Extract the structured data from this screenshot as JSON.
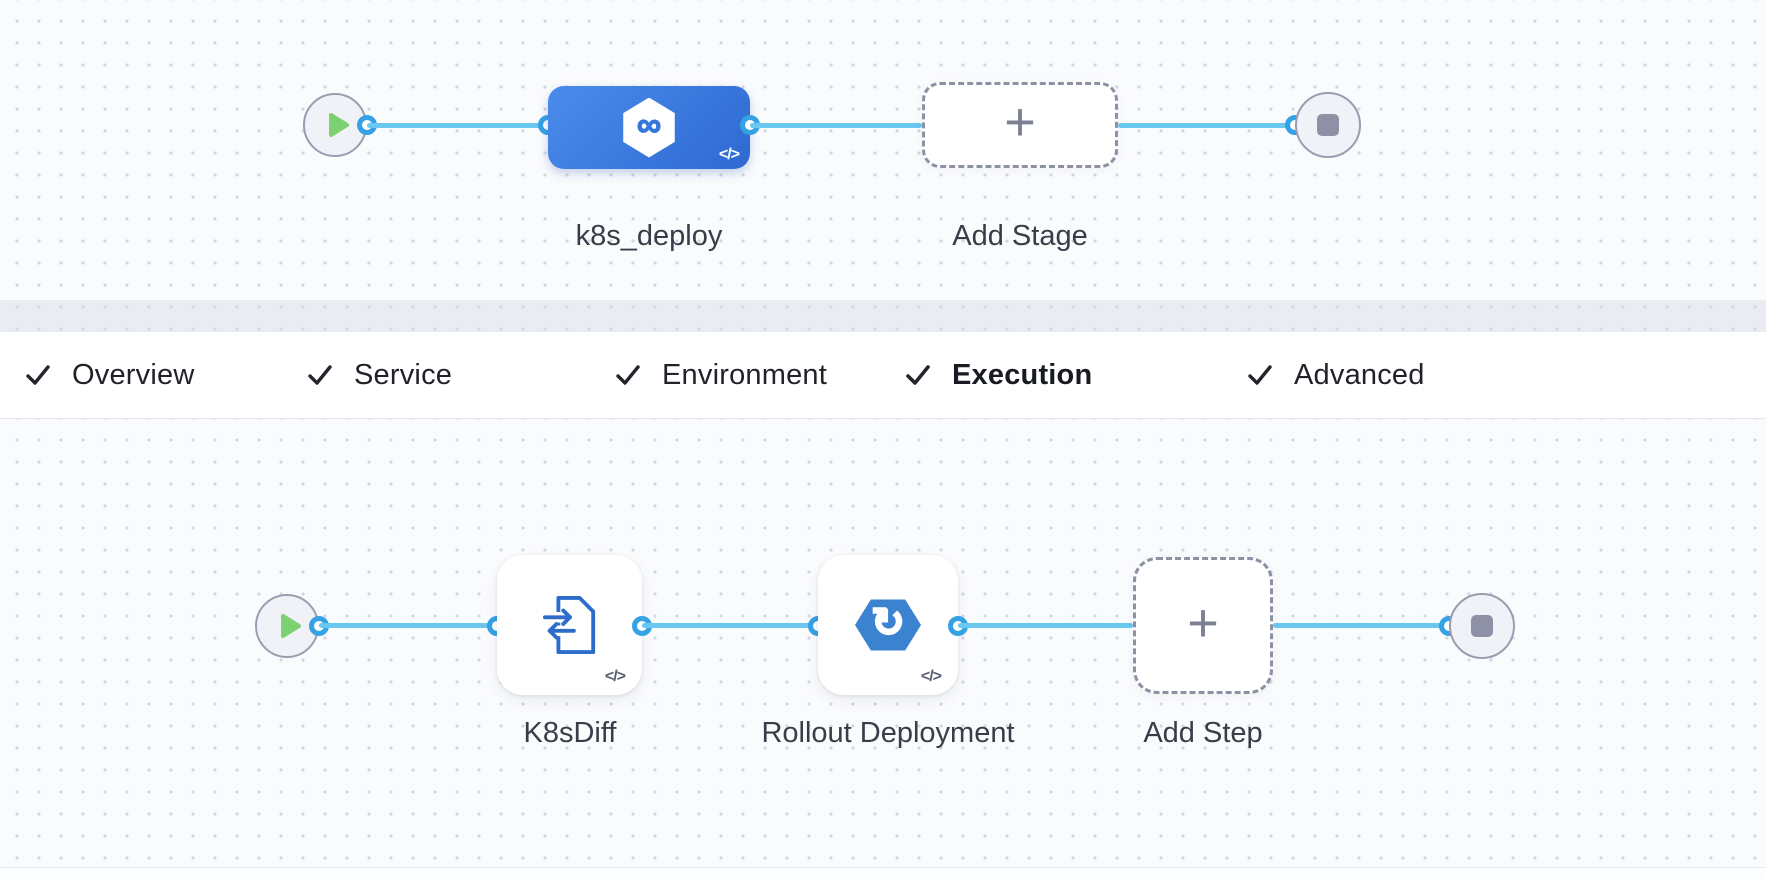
{
  "stage_pipeline": {
    "stage_name": "k8s_deploy",
    "add_stage": "Add Stage"
  },
  "tabs": [
    {
      "label": "Overview",
      "completed": true,
      "active": false
    },
    {
      "label": "Service",
      "completed": true,
      "active": false
    },
    {
      "label": "Environment",
      "completed": true,
      "active": false
    },
    {
      "label": "Execution",
      "completed": true,
      "active": true
    },
    {
      "label": "Advanced",
      "completed": true,
      "active": false
    }
  ],
  "execution": {
    "steps": [
      {
        "name": "K8sDiff"
      },
      {
        "name": "Rollout Deployment"
      }
    ],
    "add_step": "Add Step"
  },
  "icons": {
    "check": "✓",
    "plus": "+",
    "code_badge": "</>",
    "infinity": "∞",
    "rollout_arrow": "↻"
  },
  "colors": {
    "active_tab_underline": "#3169c7",
    "stage_node_blue": "#3b7ce0",
    "connector_blue": "#6ac7f0",
    "port_ring_blue": "#35a2e3",
    "play_green": "#7ed170",
    "stop_gray": "#8e90a5"
  }
}
